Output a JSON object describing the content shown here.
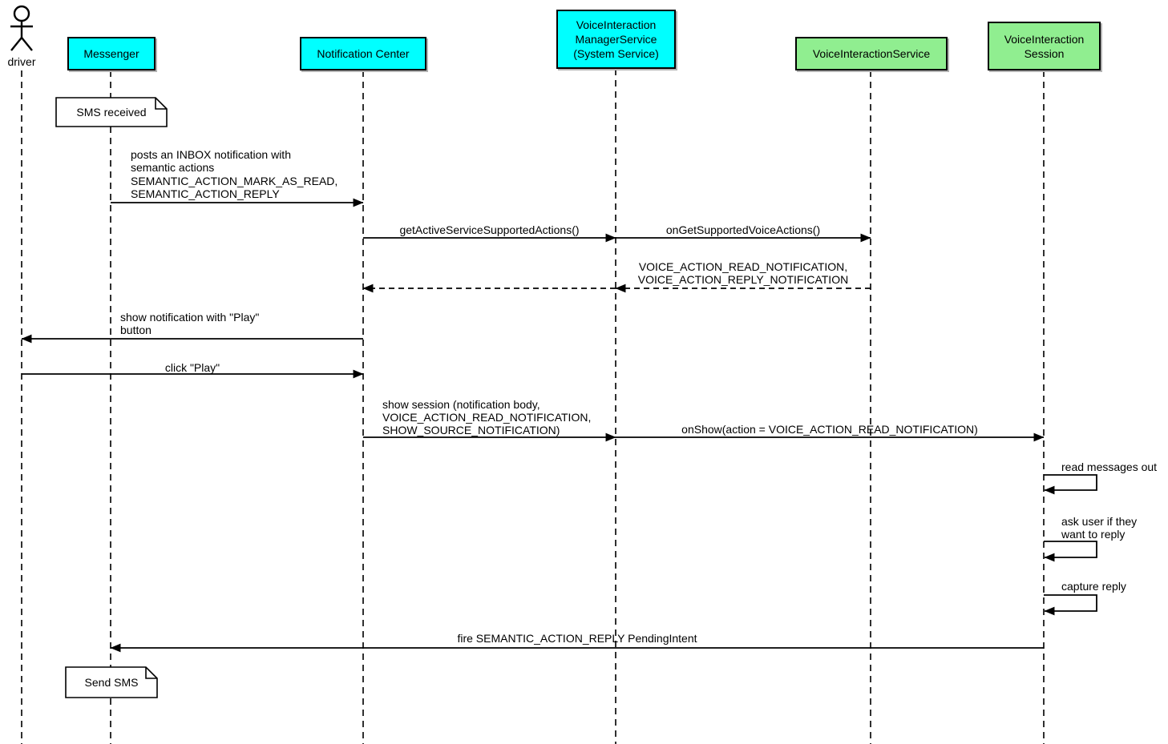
{
  "colors": {
    "participant_cyan": "#00ffff",
    "participant_green": "#90ee90",
    "note_background": "#ffffff",
    "line_black": "#000000"
  },
  "actor": {
    "label": "driver"
  },
  "participants": [
    {
      "name": "messenger",
      "color": "#00ffff",
      "label_lines": [
        "Messenger"
      ]
    },
    {
      "name": "notification-center",
      "color": "#00ffff",
      "label_lines": [
        "Notification Center"
      ]
    },
    {
      "name": "voice-interaction-manager-service",
      "color": "#00ffff",
      "label_lines": [
        "VoiceInteraction",
        "ManagerService",
        "(System Service)"
      ]
    },
    {
      "name": "voice-interaction-service",
      "color": "#90ee90",
      "label_lines": [
        "VoiceInteractionService"
      ]
    },
    {
      "name": "voice-interaction-session",
      "color": "#90ee90",
      "label_lines": [
        "VoiceInteraction",
        "Session"
      ]
    }
  ],
  "notes": [
    {
      "name": "note-sms-received",
      "label": "SMS received"
    },
    {
      "name": "note-send-sms",
      "label": "Send SMS"
    }
  ],
  "messages": [
    {
      "name": "post-inbox-notification",
      "from": "Messenger",
      "to": "Notification Center",
      "type": "solid",
      "lines": [
        "posts an INBOX notification with",
        "semantic actions",
        "SEMANTIC_ACTION_MARK_AS_READ,",
        "SEMANTIC_ACTION_REPLY"
      ]
    },
    {
      "name": "get-active-service-supported-actions",
      "from": "Notification Center",
      "to": "VoiceInteractionManagerService",
      "type": "solid",
      "lines": [
        "getActiveServiceSupportedActions()"
      ]
    },
    {
      "name": "on-get-supported-voice-actions",
      "from": "VoiceInteractionManagerService",
      "to": "VoiceInteractionService",
      "type": "solid",
      "lines": [
        "onGetSupportedVoiceActions()"
      ]
    },
    {
      "name": "return-supported-voice-actions",
      "from": "VoiceInteractionService",
      "to": "VoiceInteractionManagerService",
      "type": "dashed",
      "lines": [
        "VOICE_ACTION_READ_NOTIFICATION,",
        "VOICE_ACTION_REPLY_NOTIFICATION"
      ]
    },
    {
      "name": "return-to-notification-center",
      "from": "VoiceInteractionManagerService",
      "to": "Notification Center",
      "type": "dashed",
      "lines": []
    },
    {
      "name": "show-notification-with-play-button",
      "from": "Notification Center",
      "to": "driver",
      "type": "solid",
      "lines": [
        "show notification with \"Play\"",
        "button"
      ]
    },
    {
      "name": "click-play",
      "from": "driver",
      "to": "Notification Center",
      "type": "solid",
      "lines": [
        "click \"Play\""
      ]
    },
    {
      "name": "show-session",
      "from": "Notification Center",
      "to": "VoiceInteractionManagerService",
      "type": "solid",
      "lines": [
        "show session (notification body,",
        "VOICE_ACTION_READ_NOTIFICATION,",
        "SHOW_SOURCE_NOTIFICATION)"
      ]
    },
    {
      "name": "on-show",
      "from": "VoiceInteractionManagerService",
      "to": "VoiceInteractionSession",
      "type": "solid",
      "lines": [
        "onShow(action = VOICE_ACTION_READ_NOTIFICATION)"
      ]
    },
    {
      "name": "read-messages-out",
      "from": "VoiceInteractionSession",
      "to": "VoiceInteractionSession",
      "type": "self",
      "lines": [
        "read messages out"
      ]
    },
    {
      "name": "ask-user-if-they-want-to-reply",
      "from": "VoiceInteractionSession",
      "to": "VoiceInteractionSession",
      "type": "self",
      "lines": [
        "ask user if they",
        "want to reply"
      ]
    },
    {
      "name": "capture-reply",
      "from": "VoiceInteractionSession",
      "to": "VoiceInteractionSession",
      "type": "self",
      "lines": [
        "capture reply"
      ]
    },
    {
      "name": "fire-pending-intent",
      "from": "VoiceInteractionSession",
      "to": "Messenger",
      "type": "solid",
      "lines": [
        "fire SEMANTIC_ACTION_REPLY PendingIntent"
      ]
    }
  ]
}
